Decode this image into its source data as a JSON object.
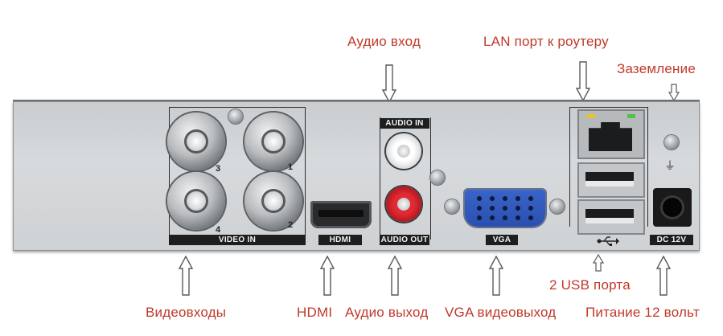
{
  "callouts": {
    "audio_in": "Аудио вход",
    "lan": "LAN порт к роутеру",
    "ground": "Заземление",
    "usb": "2 USB порта",
    "video_in": "Видеовходы",
    "hdmi": "HDMI",
    "audio_out": "Аудио выход",
    "vga": "VGA видеовыход",
    "power": "Питание 12 вольт"
  },
  "panel_labels": {
    "video_in": "VIDEO IN",
    "hdmi": "HDMI",
    "audio_in": "AUDIO IN",
    "audio_out": "AUDIO OUT",
    "vga": "VGA",
    "dc": "DC 12V"
  },
  "bnc_numbers": [
    "3",
    "1",
    "4",
    "2"
  ],
  "colors": {
    "callout_text": "#c0392b",
    "arrow_stroke": "#5a5a5a",
    "audio_in_ring": "#f4f4f4",
    "audio_out_ring": "#d2202a",
    "vga_blue": "#2f57bd",
    "led_yellow": "#e8c22a",
    "led_green": "#4fc24a"
  }
}
